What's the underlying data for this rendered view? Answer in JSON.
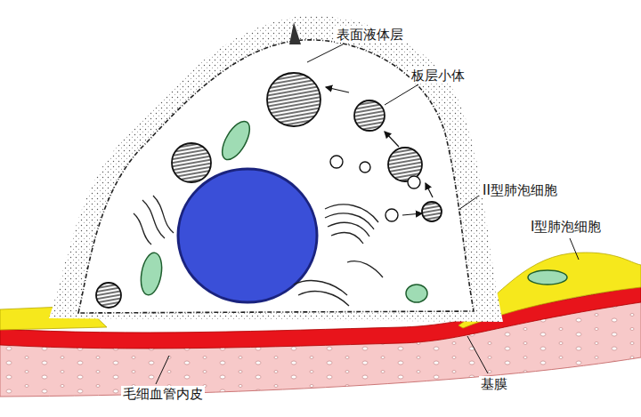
{
  "diagram": {
    "labels": [
      "表面液体层",
      "板层小体",
      "II型肺泡细胞",
      "I型肺泡细胞",
      "毛细血管内皮",
      "基膜"
    ]
  }
}
